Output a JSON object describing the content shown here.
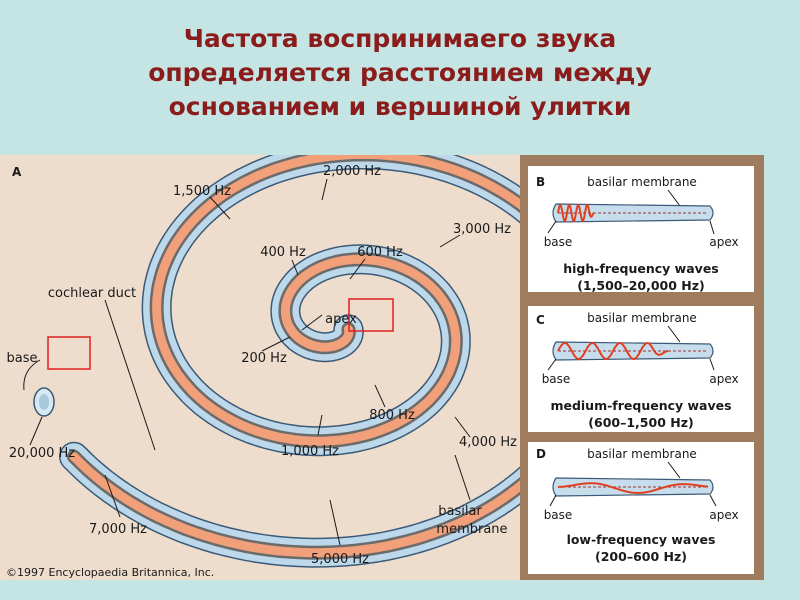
{
  "title": {
    "line1": "Частота воспринимаего звука",
    "line2": "определяется расстоянием между",
    "line3": "основанием и вершиной улитки"
  },
  "figure": {
    "panel_letter": "A",
    "labels": {
      "hz_2000": "2,000 Hz",
      "hz_1500": "1,500 Hz",
      "hz_3000": "3,000 Hz",
      "hz_400": "400 Hz",
      "hz_600": "600 Hz",
      "cochlear_duct": "cochlear duct",
      "apex": "apex",
      "base": "base",
      "hz_200": "200 Hz",
      "hz_800": "800 Hz",
      "hz_20000": "20,000 Hz",
      "hz_1000": "1,000 Hz",
      "hz_4000": "4,000 Hz",
      "basilar": "basilar",
      "membrane": "membrane",
      "hz_7000": "7,000 Hz",
      "hz_5000": "5,000 Hz"
    },
    "copyright": "©1997 Encyclopaedia Britannica, Inc."
  },
  "panels": [
    {
      "letter": "B",
      "membrane_label": "basilar membrane",
      "base_label": "base",
      "apex_label": "apex",
      "title_line1": "high-frequency waves",
      "title_line2": "(1,500–20,000 Hz)"
    },
    {
      "letter": "C",
      "membrane_label": "basilar membrane",
      "base_label": "base",
      "apex_label": "apex",
      "title_line1": "medium-frequency waves",
      "title_line2": "(600–1,500 Hz)"
    },
    {
      "letter": "D",
      "membrane_label": "basilar membrane",
      "base_label": "base",
      "apex_label": "apex",
      "title_line1": "low-frequency waves",
      "title_line2": "(200–600 Hz)"
    }
  ],
  "colors": {
    "background": "#c5e4e4",
    "title": "#8a1c1c",
    "figure_bg": "#eeddcc",
    "duct_fill": "#bcd8ea",
    "membrane_stripe": "#f2a07a",
    "dark_stripe": "#6b6b6b",
    "highlight_box": "#e02020",
    "wave": "#e04020"
  }
}
